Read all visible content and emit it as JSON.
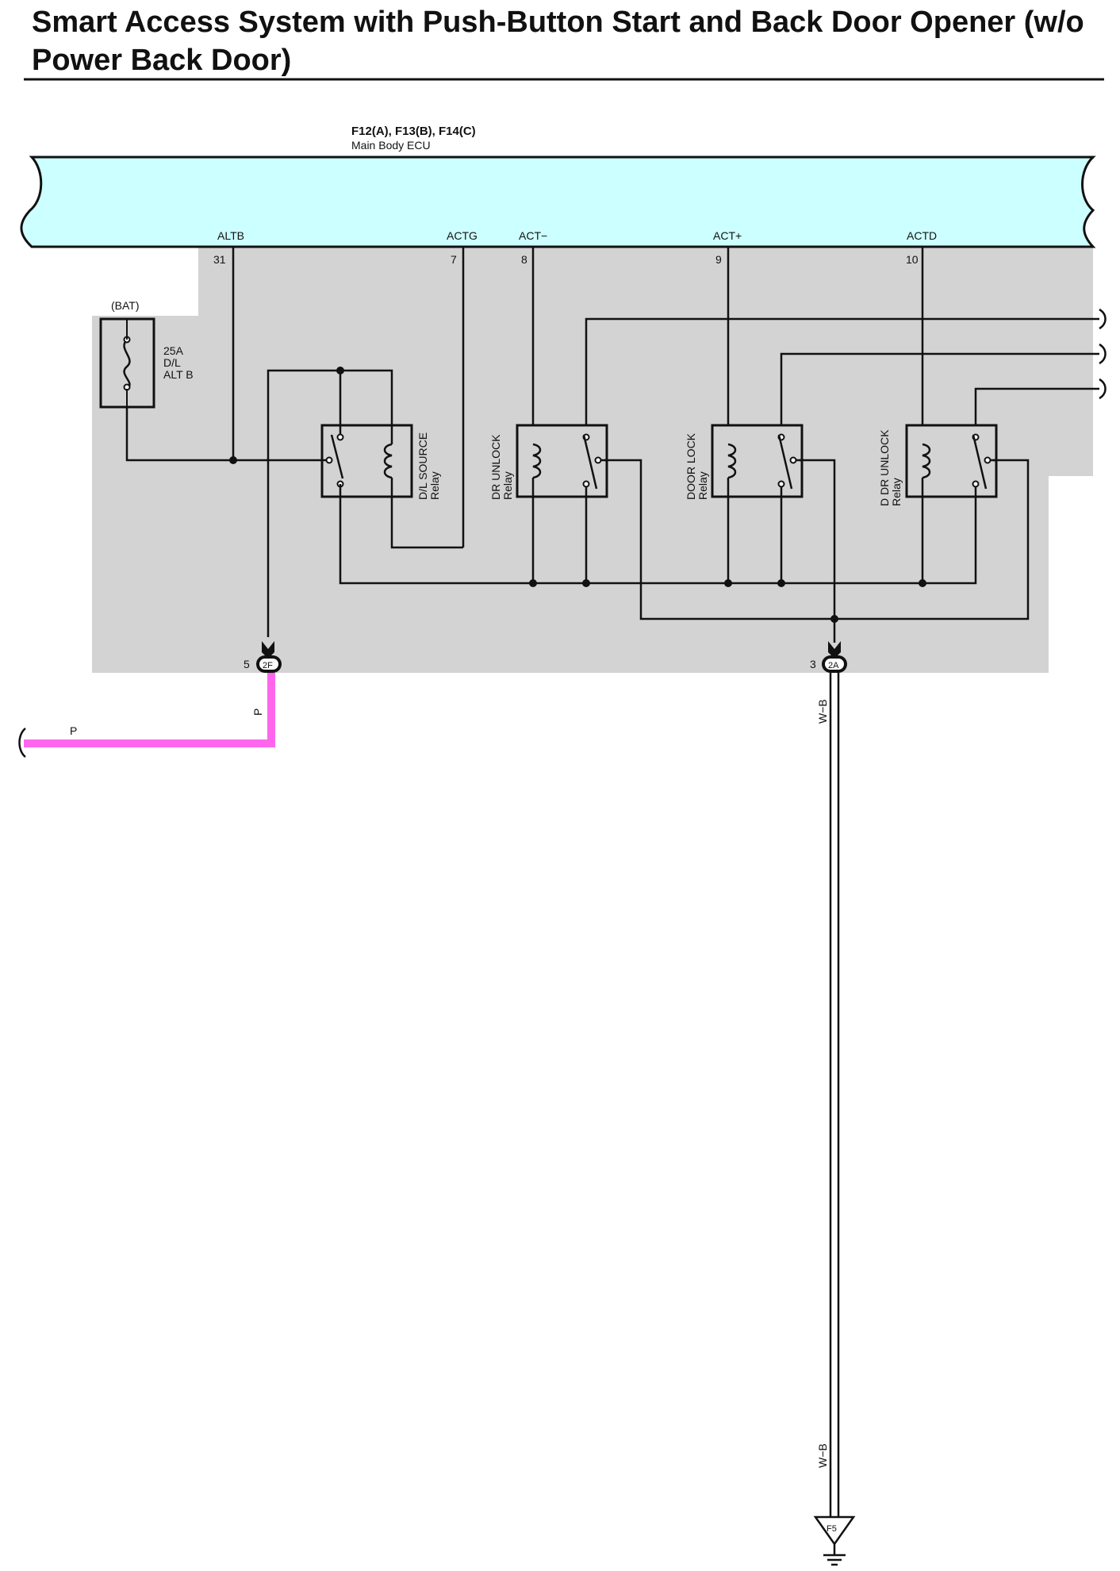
{
  "title": "Smart Access System with Push-Button Start and Back Door Opener (w/o Power Back Door)",
  "ecu": {
    "connectors": "F12(A), F13(B), F14(C)",
    "name": "Main Body ECU",
    "pins": [
      {
        "name": "ALTB",
        "number": "31"
      },
      {
        "name": "ACTG",
        "number": "7"
      },
      {
        "name": "ACT−",
        "number": "8"
      },
      {
        "name": "ACT+",
        "number": "9"
      },
      {
        "name": "ACTD",
        "number": "10"
      }
    ]
  },
  "fuse": {
    "source": "(BAT)",
    "rating": "25A",
    "line1": "D/L",
    "line2": "ALT B"
  },
  "relays": [
    {
      "name": "D/L SOURCE",
      "sub": "Relay"
    },
    {
      "name": "DR UNLOCK",
      "sub": "Relay"
    },
    {
      "name": "DOOR LOCK",
      "sub": "Relay"
    },
    {
      "name": "D DR UNLOCK",
      "sub": "Relay"
    }
  ],
  "junctions": [
    {
      "pin": "5",
      "code": "2F"
    },
    {
      "pin": "3",
      "code": "2A"
    }
  ],
  "wires": {
    "pink": "P",
    "ground": "W−B"
  },
  "ground": {
    "code": "F5"
  },
  "colors": {
    "ecu_fill": "#ccffff",
    "relay_block": "#d3d3d3",
    "pink_wire": "#ff66ee",
    "line": "#111111"
  }
}
